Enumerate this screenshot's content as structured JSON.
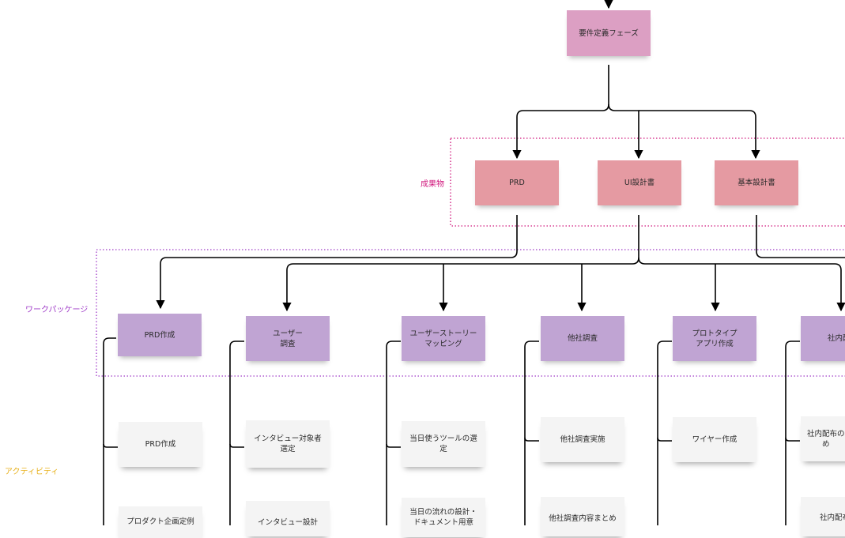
{
  "colors": {
    "phase": "#dc9fc3",
    "deliverable": "#e59aa2",
    "workpackage": "#c0a4d3",
    "activity": "#f4f4f4",
    "deliverable_zone": "#d0187d",
    "workpackage_zone": "#a03cc8",
    "activity_zone": "#e8b21e",
    "connector": "#000000"
  },
  "phase": {
    "label": "要件定義フェーズ"
  },
  "zones": {
    "deliverables": "成果物",
    "workpackages": "ワークパッケージ",
    "activities": "アクティビティ"
  },
  "deliverables": [
    {
      "label": "PRD"
    },
    {
      "label": "UI設計書"
    },
    {
      "label": "基本設計書"
    }
  ],
  "workpackages": [
    {
      "label": "PRD作成"
    },
    {
      "label": "ユーザー\n調査"
    },
    {
      "label": "ユーザーストーリー\nマッピング"
    },
    {
      "label": "他社調査"
    },
    {
      "label": "プロトタイプ\nアプリ作成"
    },
    {
      "label": "社内配布"
    }
  ],
  "activities": {
    "prd": [
      "PRD作成",
      "プロダクト企画定例"
    ],
    "user_research": [
      "インタビュー対象者\n選定",
      "インタビュー設計"
    ],
    "story_mapping": [
      "当日使うツールの選\n定",
      "当日の流れの設計・\nドキュメント用意"
    ],
    "competitor": [
      "他社調査実施",
      "他社調査内容まとめ"
    ],
    "prototype": [
      "ワイヤー作成"
    ],
    "internal": [
      "社内配布の\nめ",
      "社内配布"
    ]
  }
}
